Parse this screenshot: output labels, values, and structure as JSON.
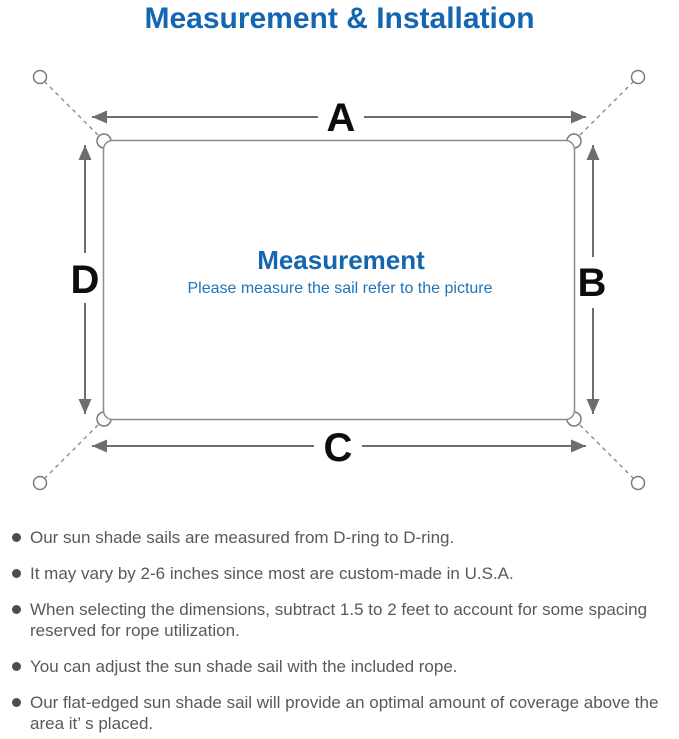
{
  "title": "Measurement & Installation",
  "diagram": {
    "center_title": "Measurement",
    "center_subtitle": "Please measure the sail refer to the picture",
    "labels": {
      "top": "A",
      "right": "B",
      "bottom": "C",
      "left": "D"
    }
  },
  "bullets": [
    "Our sun shade sails are measured from D-ring to D-ring.",
    "It may vary by 2-6 inches since most are custom-made in U.S.A.",
    "When selecting the dimensions, subtract 1.5 to 2 feet to account for some spacing reserved for rope utilization.",
    "You can adjust the sun shade sail with the included rope.",
    "Our flat-edged sun shade sail will provide an optimal amount of coverage above the area it’ s placed."
  ],
  "colors": {
    "title_blue": "#1566b1",
    "subtitle_blue": "#2174b8",
    "line_gray": "#8c8c8c",
    "arrow_gray": "#6e6e6e",
    "text_gray": "#595959"
  }
}
